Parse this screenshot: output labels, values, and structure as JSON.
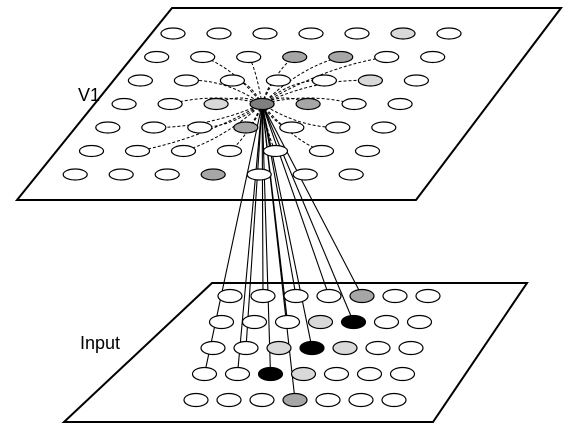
{
  "labels": {
    "v1": "V1",
    "input": "Input"
  },
  "colors": {
    "white": "#ffffff",
    "light_gray": "#d9d9d9",
    "mid_gray": "#a6a6a6",
    "dark_gray": "#7f7f7f",
    "black": "#000000"
  },
  "v1_layer": {
    "rows": 7,
    "cols": 7,
    "shading": [
      [
        "white",
        "white",
        "white",
        "white",
        "white",
        "light_gray",
        "white"
      ],
      [
        "white",
        "white",
        "white",
        "mid_gray",
        "mid_gray",
        "white",
        "white"
      ],
      [
        "white",
        "white",
        "white",
        "white",
        "white",
        "light_gray",
        "white"
      ],
      [
        "white",
        "white",
        "light_gray",
        "dark_gray",
        "mid_gray",
        "white",
        "white"
      ],
      [
        "white",
        "white",
        "white",
        "mid_gray",
        "white",
        "white",
        "white"
      ],
      [
        "white",
        "white",
        "white",
        "white",
        "white",
        "white",
        "white"
      ],
      [
        "white",
        "white",
        "white",
        "mid_gray",
        "white",
        "white",
        "white"
      ]
    ]
  },
  "input_layer": {
    "rows": 5,
    "cols": 7,
    "shading": [
      [
        "white",
        "white",
        "white",
        "white",
        "mid_gray",
        "white",
        "white"
      ],
      [
        "white",
        "white",
        "white",
        "light_gray",
        "black",
        "white",
        "white"
      ],
      [
        "white",
        "white",
        "light_gray",
        "black",
        "light_gray",
        "white",
        "white"
      ],
      [
        "white",
        "white",
        "black",
        "light_gray",
        "white",
        "white",
        "white"
      ],
      [
        "white",
        "white",
        "white",
        "mid_gray",
        "white",
        "white",
        "white"
      ]
    ]
  }
}
